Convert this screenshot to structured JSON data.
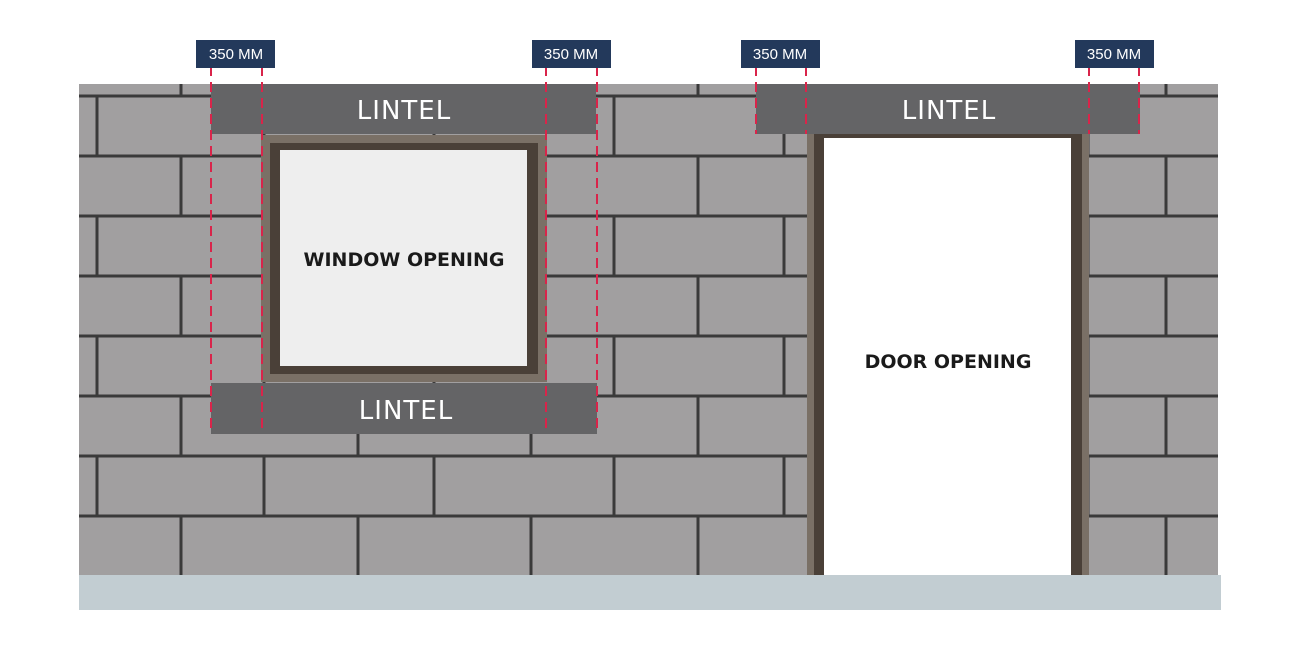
{
  "labels": {
    "lintel_window_top": "LINTEL",
    "lintel_window_bottom": "LINTEL",
    "lintel_door": "LINTEL",
    "window_opening": "WINDOW OPENING",
    "door_opening": "DOOR OPENING",
    "dim_window_left": "350 MM",
    "dim_window_right": "350 MM",
    "dim_door_left": "350 MM",
    "dim_door_right": "350 MM"
  },
  "colors": {
    "wall_block": "#a19fa0",
    "mortar": "#3a3a3a",
    "lintel": "#646466",
    "frame": "#7a7066",
    "frame_dark": "#4a4038",
    "window_glass": "#eeeeee",
    "door_opening": "#ffffff",
    "ground": "#c2cdd2",
    "dimension_line": "#d9244a",
    "dimension_badge": "#23395b",
    "label_light": "#ffffff",
    "label_dark": "#1a1a1a"
  }
}
